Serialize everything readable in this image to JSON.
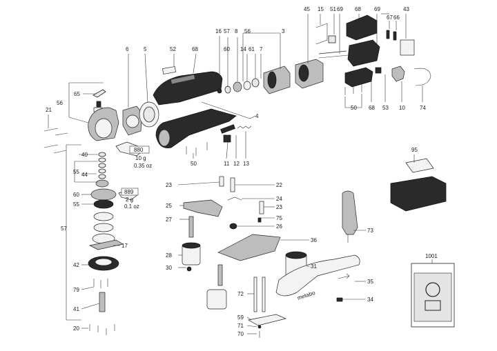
{
  "parts": {
    "p3": "3",
    "p4": "4",
    "p5": "5",
    "p6": "6",
    "p7": "7",
    "p8": "8",
    "p10": "10",
    "p11": "11",
    "p12": "12",
    "p13": "13",
    "p14": "14",
    "p15": "15",
    "p16": "16",
    "p17": "17",
    "p20": "20",
    "p21": "21",
    "p22": "22",
    "p23a": "23",
    "p23b": "23",
    "p24": "24",
    "p25": "25",
    "p26": "26",
    "p27": "27",
    "p28": "28",
    "p30": "30",
    "p31": "31",
    "p34": "34",
    "p35": "35",
    "p36": "36",
    "p40": "40",
    "p41": "41",
    "p42": "42",
    "p43": "43",
    "p44": "44",
    "p45": "45",
    "p50a": "50",
    "p50b": "50",
    "p51": "51",
    "p52": "52",
    "p53": "53",
    "p55a": "55",
    "p55b": "55",
    "p56a": "56",
    "p56b": "56",
    "p57a": "57",
    "p57b": "57",
    "p59": "59",
    "p60a": "60",
    "p60b": "60",
    "p61": "61",
    "p65": "65",
    "p66": "66",
    "p67": "67",
    "p68a": "68",
    "p68b": "68",
    "p68c": "68",
    "p69a": "69",
    "p69b": "69",
    "p70": "70",
    "p71": "71",
    "p72": "72",
    "p73": "73",
    "p74": "74",
    "p75": "75",
    "p79": "79",
    "p95": "95",
    "p1001": "1001"
  },
  "grease_notes": {
    "g880_code": "880",
    "g880_g": "10 g",
    "g880_oz": "0.35 oz",
    "g889_code": "889",
    "g889_g": "2 g",
    "g889_oz": "0.1 oz"
  },
  "brand_text": "metabo"
}
